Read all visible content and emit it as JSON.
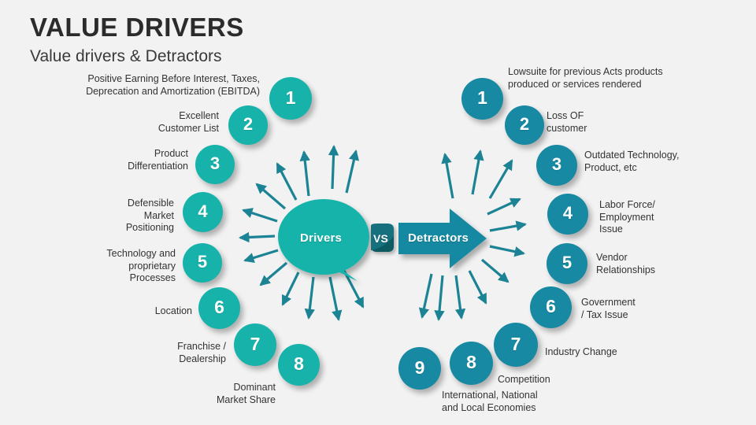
{
  "header": {
    "title": "VALUE DRIVERS",
    "subtitle": "Value drivers & Detractors"
  },
  "colors": {
    "background": "#f2f2f2",
    "drivers_teal": "#17b3ab",
    "detractors_teal": "#1789a2",
    "vs_badge": "#13707d",
    "text": "#333333"
  },
  "center": {
    "drivers_label": "Drivers",
    "vs_label": "VS",
    "detractors_label": "Detractors"
  },
  "drivers": {
    "heading": "Drivers",
    "items": [
      {
        "number": "1",
        "label": "Positive Earning Before Interest, Taxes,\nDeprecation and Amortization (EBITDA)"
      },
      {
        "number": "2",
        "label": "Excellent\nCustomer List"
      },
      {
        "number": "3",
        "label": "Product\nDifferentiation"
      },
      {
        "number": "4",
        "label": "Defensible\nMarket\nPositioning"
      },
      {
        "number": "5",
        "label": "Technology and\nproprietary\nProcesses"
      },
      {
        "number": "6",
        "label": "Location"
      },
      {
        "number": "7",
        "label": "Franchise /\nDealership"
      },
      {
        "number": "8",
        "label": "Dominant\nMarket Share"
      }
    ]
  },
  "detractors": {
    "heading": "Detractors",
    "items": [
      {
        "number": "1",
        "label": "Lowsuite for previous Acts products\nproduced or services rendered"
      },
      {
        "number": "2",
        "label": "Loss OF\ncustomer"
      },
      {
        "number": "3",
        "label": "Outdated Technology,\nProduct, etc"
      },
      {
        "number": "4",
        "label": "Labor Force/\nEmployment\nIssue"
      },
      {
        "number": "5",
        "label": "Vendor\nRelationships"
      },
      {
        "number": "6",
        "label": "Government\n/ Tax Issue"
      },
      {
        "number": "7",
        "label": "Industry Change"
      },
      {
        "number": "8",
        "label": "Competition"
      },
      {
        "number": "9",
        "label": "International, National\nand Local Economies"
      }
    ]
  }
}
